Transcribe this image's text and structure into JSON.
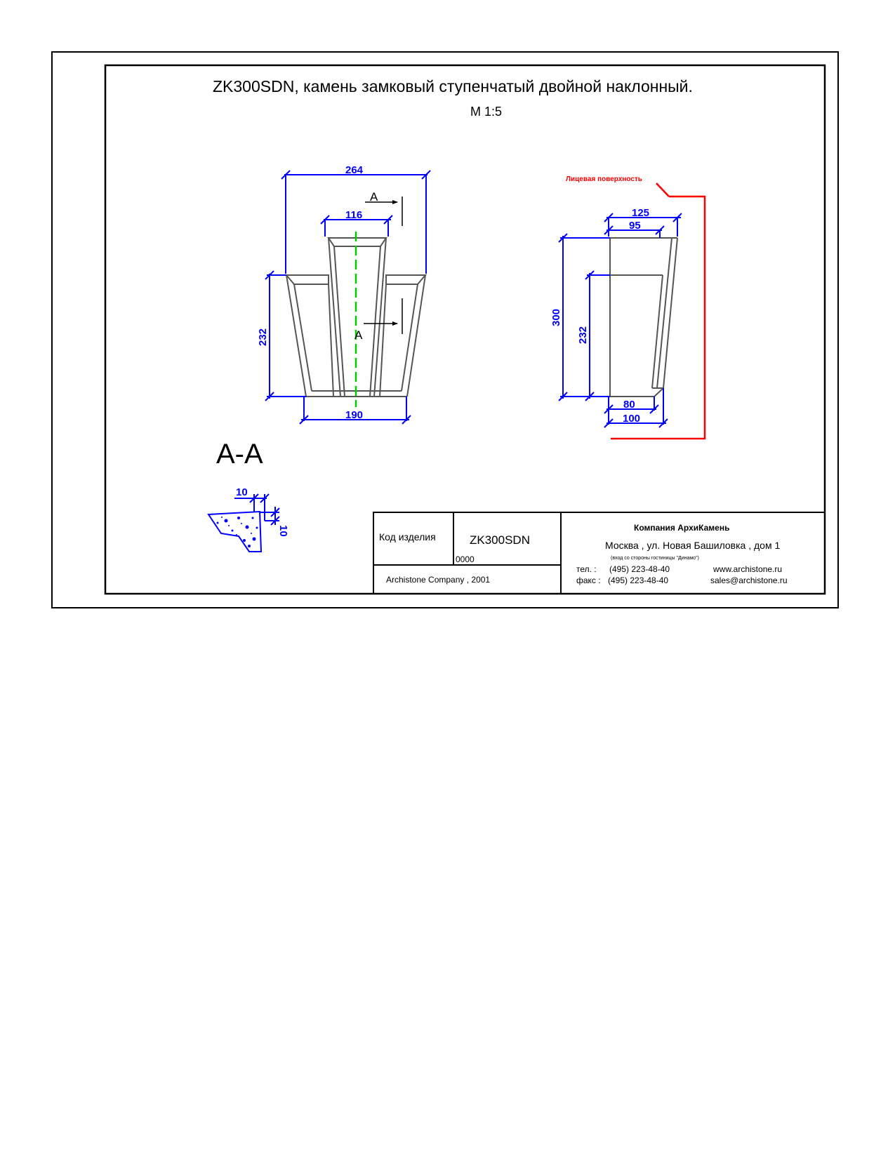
{
  "title": "ZK300SDN, камень замковый ступенчатый двойной наклонный.",
  "scale": "М 1:5",
  "front_view": {
    "dim_width_top": "264",
    "dim_width_middle": "116",
    "dim_width_bottom": "190",
    "dim_height": "232",
    "section_mark_top": "А",
    "section_mark_bottom": "А"
  },
  "side_view": {
    "face_label": "Лицевая поверхность",
    "dim_top_outer": "125",
    "dim_top_inner": "95",
    "dim_height_total": "300",
    "dim_height_lower": "232",
    "dim_bottom_inner": "80",
    "dim_bottom_outer": "100"
  },
  "section": {
    "title": "А-А",
    "dim_horizontal": "10",
    "dim_vertical": "10"
  },
  "title_block": {
    "code_label": "Код изделия",
    "code_value": "ZK300SDN",
    "code_number": "0000",
    "copyright": "Archistone  Company ,  2001",
    "company": "Компания  АрхиКамень",
    "address": "Москва , ул. Новая Башиловка , дом 1",
    "address_note": "(вход со стороны гостиницы \"Динамо\")",
    "phone_label": "тел.   :",
    "phone_value": "(495) 223-48-40",
    "fax_label": "факс :",
    "fax_value": "(495) 223-48-40",
    "website": "www.archistone.ru",
    "email": "sales@archistone.ru"
  },
  "colors": {
    "dimension": "#0000ff",
    "axis": "#00cc00",
    "face": "#ff0000",
    "outline": "#555555"
  }
}
